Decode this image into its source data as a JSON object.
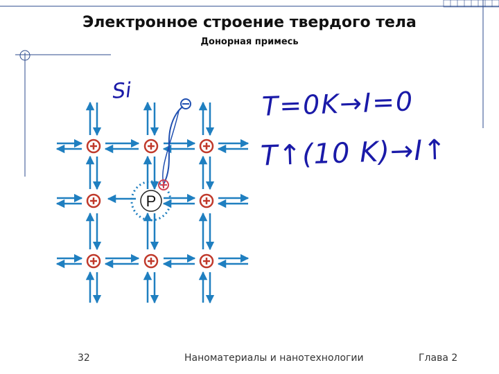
{
  "slide": {
    "title": "Электронное строение твердого тела",
    "subtitle": "Донорная примесь"
  },
  "lattice": {
    "host_label": "Si",
    "impurity_label": "P",
    "ion_symbol": "+",
    "electron_symbol": "−"
  },
  "notes": {
    "line1": "T=0K→I=0",
    "line2": "T↑(10 K)→I↑"
  },
  "footer": {
    "page_number": "32",
    "course": "Наноматериалы и нанотехнологии",
    "chapter": "Глава 2"
  },
  "colors": {
    "bond_arrow": "#1f7fc0",
    "ion": "#c0392b",
    "handwriting": "#1a1aa8",
    "frame_line": "#2b4a8c"
  }
}
